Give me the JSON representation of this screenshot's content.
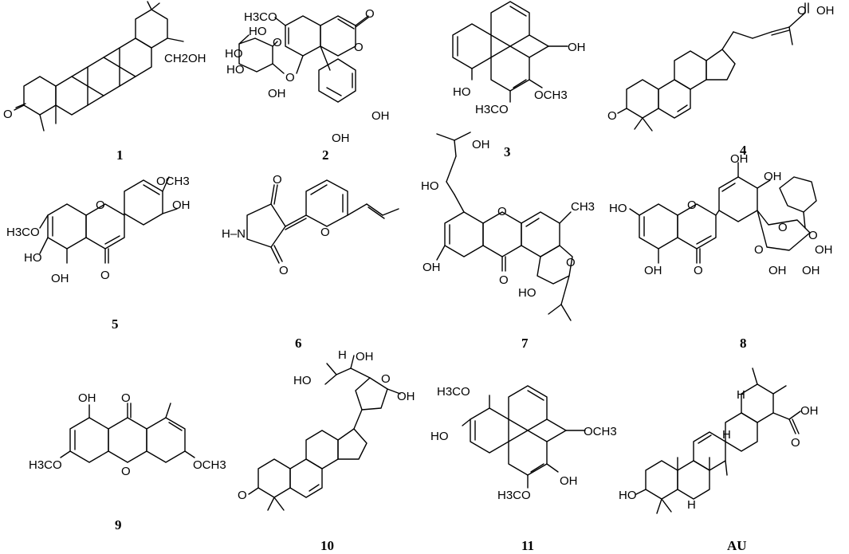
{
  "figure_kind": "chemical structures",
  "compounds": [
    {
      "id": "1",
      "labels": [
        "CH2OH",
        "O"
      ]
    },
    {
      "id": "2",
      "labels": [
        "H3CO",
        "O",
        "O",
        "HO",
        "HO",
        "HO",
        "O",
        "OH",
        "O",
        "OH",
        "OH"
      ]
    },
    {
      "id": "3",
      "labels": [
        "OH",
        "HO",
        "H3CO",
        "OCH3"
      ]
    },
    {
      "id": "4",
      "labels": [
        "O",
        "OH",
        "O"
      ]
    },
    {
      "id": "5",
      "labels": [
        "OCH3",
        "OH",
        "H3CO",
        "O",
        "HO",
        "OH",
        "O"
      ]
    },
    {
      "id": "6",
      "labels": [
        "O",
        "H–N",
        "O",
        "O"
      ]
    },
    {
      "id": "7",
      "labels": [
        "OH",
        "HO",
        "O",
        "CH3",
        "O",
        "OH",
        "O",
        "HO"
      ]
    },
    {
      "id": "8",
      "labels": [
        "OH",
        "OH",
        "O",
        "HO",
        "O",
        "O",
        "O",
        "OH",
        "O",
        "OH",
        "OH",
        "OH"
      ]
    },
    {
      "id": "9",
      "labels": [
        "OH",
        "O",
        "H3CO",
        "O",
        "OCH3"
      ]
    },
    {
      "id": "10",
      "labels": [
        "H",
        "OH",
        "HO",
        "O",
        "OH",
        "O"
      ]
    },
    {
      "id": "11",
      "labels": [
        "H3CO",
        "HO",
        "OCH3",
        "H3CO",
        "OH"
      ]
    },
    {
      "id": "AU",
      "labels": [
        "OH",
        "O",
        "H",
        "H",
        "HO",
        "H"
      ]
    }
  ]
}
